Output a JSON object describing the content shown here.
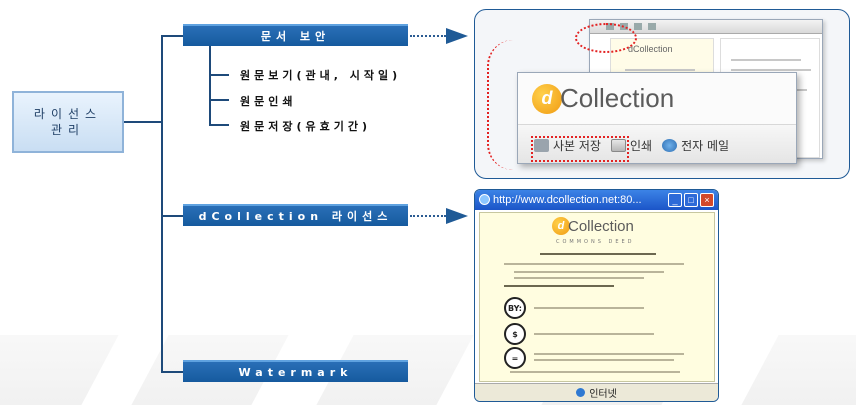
{
  "root": {
    "line1": "라이선스",
    "line2": "관리"
  },
  "branches": [
    {
      "label": "문서 보안"
    },
    {
      "label": "dCollection 라이선스"
    },
    {
      "label": "Watermark"
    }
  ],
  "doc_security_items": [
    "원문보기(관내, 시작일)",
    "원문인쇄",
    "원문저장(유효기간)"
  ],
  "preview1": {
    "logo_text": "Collection",
    "toolbar": {
      "save": "사본 저장",
      "print": "인쇄",
      "email": "전자 메일"
    }
  },
  "preview2": {
    "window_title": "http://www.dcollection.net:80...",
    "logo_text": "Collection",
    "tagline": "COMMONS DEED",
    "badges": [
      "BY:",
      "$",
      "="
    ],
    "status_text": "인터넷"
  },
  "colors": {
    "branch": "#1b5fa5",
    "connector": "#1e4a7a",
    "highlight": "#e32222"
  }
}
